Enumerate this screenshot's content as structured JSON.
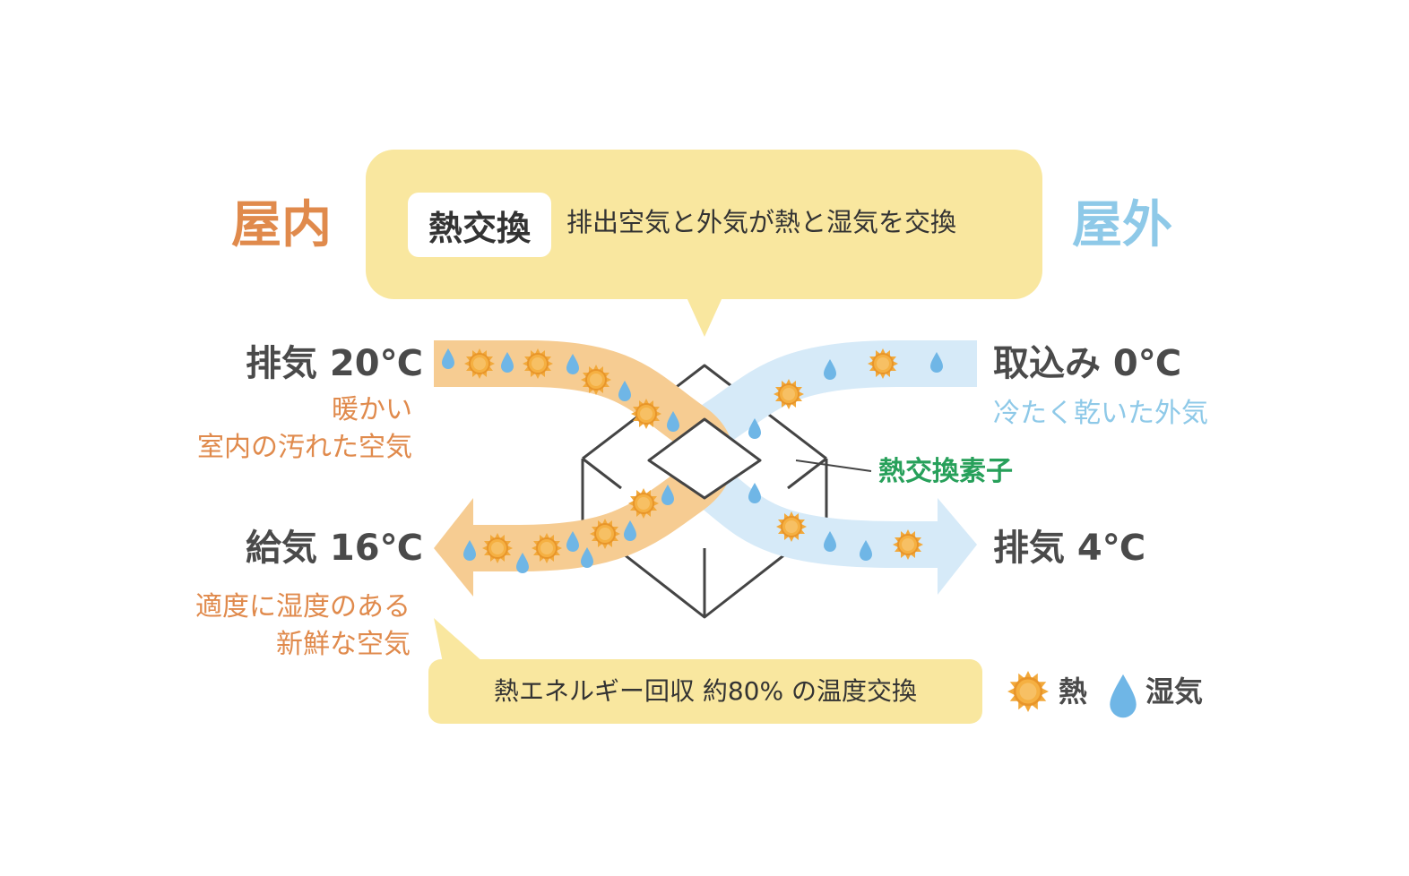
{
  "zones": {
    "indoor": "屋内",
    "outdoor": "屋外"
  },
  "callout": {
    "title": "熱交換",
    "description": "排出空気と外気が熱と湿気を交換"
  },
  "indoor_exhaust": {
    "label": "排気 20℃",
    "desc_lines": [
      "暖かい",
      "室内の汚れた空気"
    ]
  },
  "indoor_supply": {
    "label": "給気 16℃",
    "desc_lines": [
      "適度に湿度のある",
      "新鮮な空気"
    ]
  },
  "outdoor_intake": {
    "label": "取込み 0℃",
    "desc": "冷たく乾いた外気"
  },
  "outdoor_exhaust": {
    "label": "排気 4℃"
  },
  "element_label": "熱交換素子",
  "recovery_note": "熱エネルギー回収 約80% の温度交換",
  "legend": {
    "heat": "熱",
    "moisture": "湿気"
  },
  "icons": {
    "heat": "sun-icon",
    "moisture": "water-drop-icon"
  },
  "colors": {
    "indoor": "#e08a4c",
    "outdoor": "#8ec9e8",
    "warm_flow": "#f6cc92",
    "cool_flow": "#d6eaf8",
    "callout_bg": "#f9e79f",
    "element_label": "#27a05a",
    "sun": "#f2a93b",
    "drop": "#6fb6e6",
    "cube_stroke": "#444444"
  }
}
